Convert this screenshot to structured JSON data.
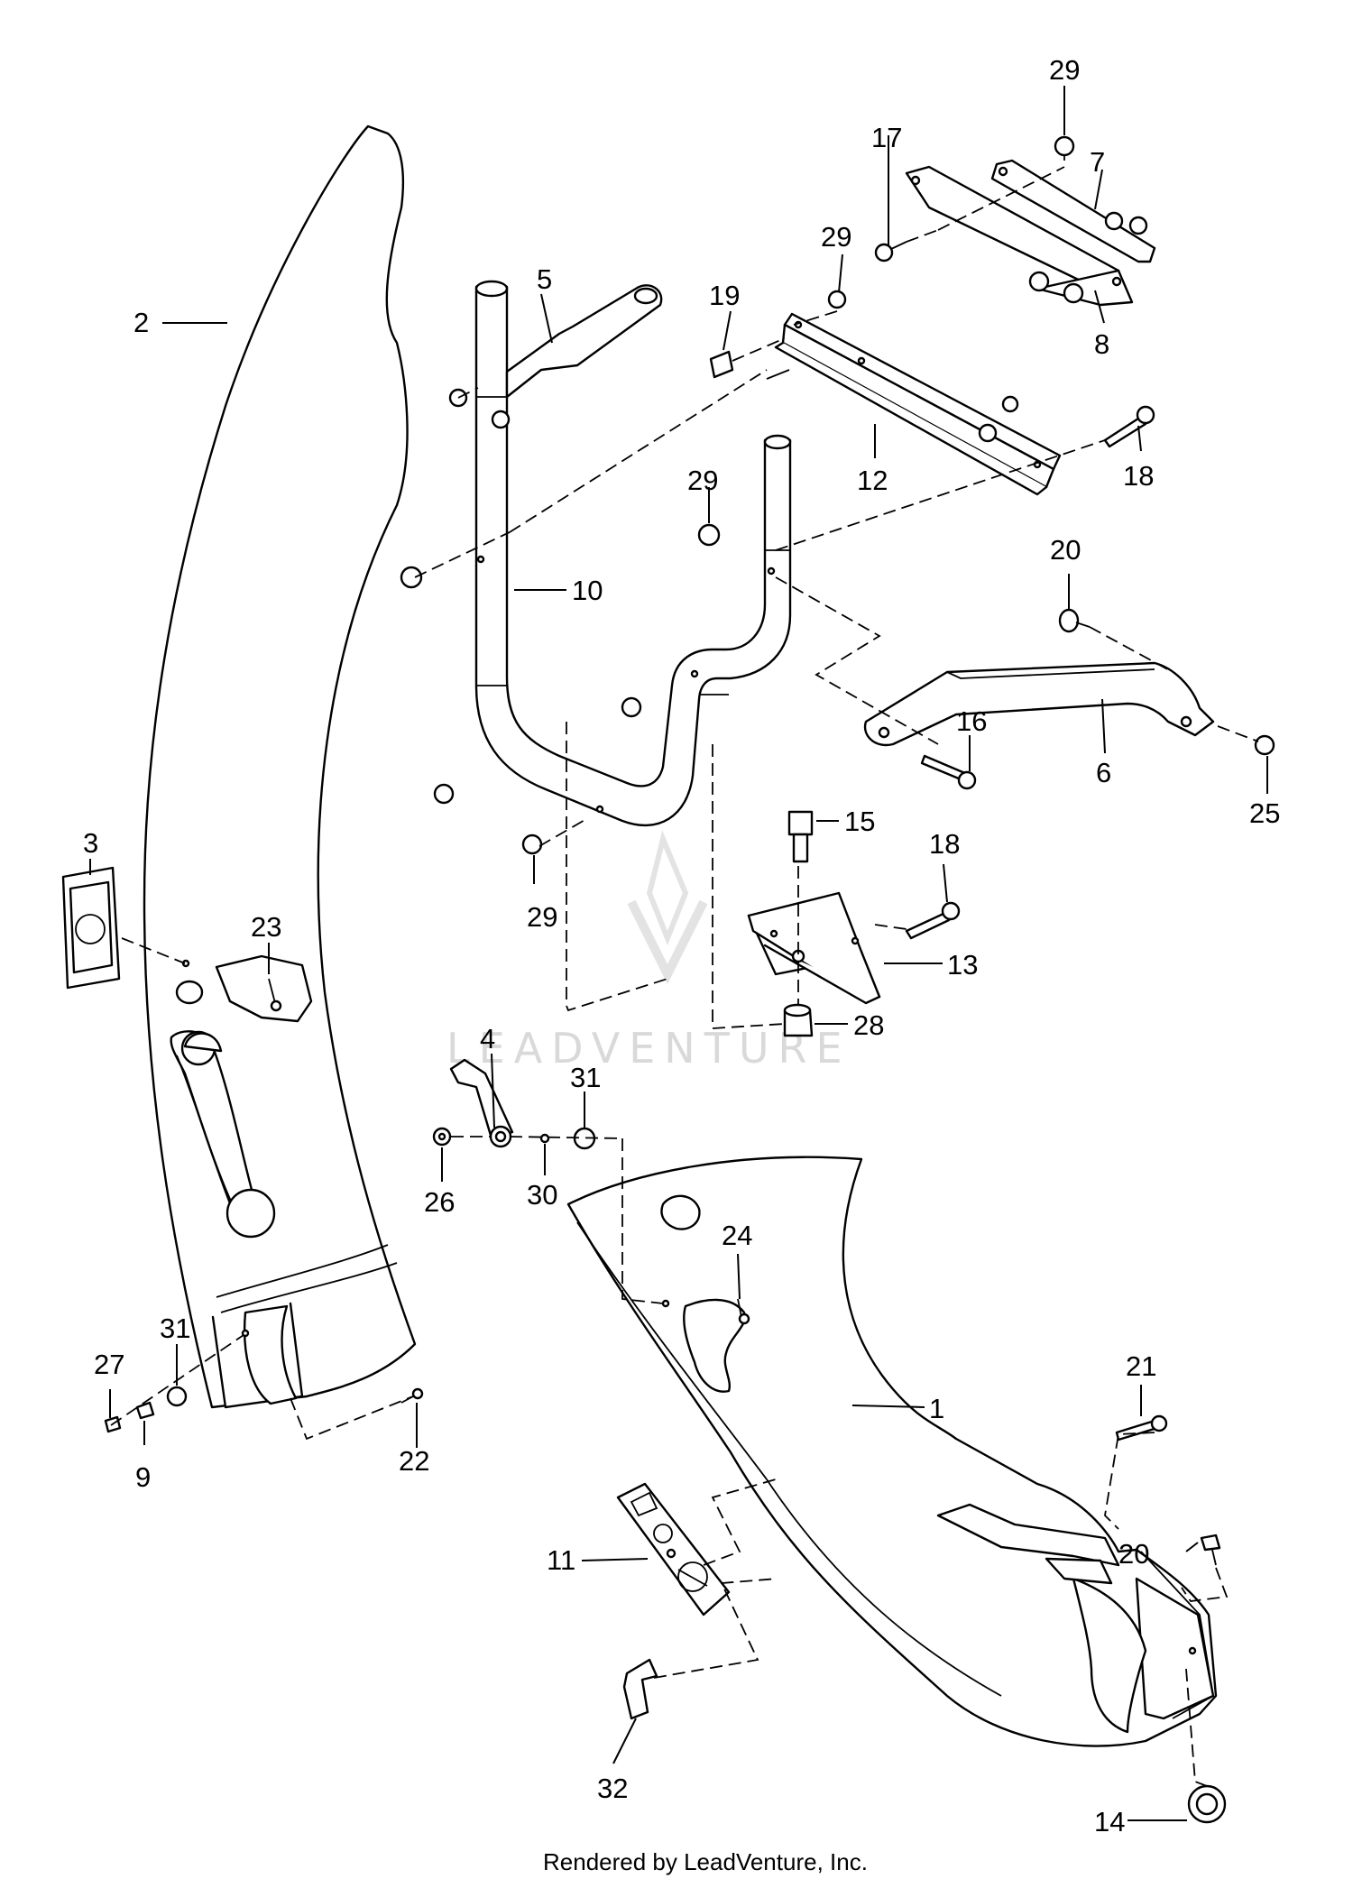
{
  "callouts": {
    "c1": "1",
    "c2": "2",
    "c3": "3",
    "c4": "4",
    "c5": "5",
    "c6": "6",
    "c7": "7",
    "c8": "8",
    "c9": "9",
    "c10": "10",
    "c11": "11",
    "c12": "12",
    "c13": "13",
    "c14": "14",
    "c15": "15",
    "c16": "16",
    "c17": "17",
    "c18a": "18",
    "c18b": "18",
    "c19": "19",
    "c20a": "20",
    "c20b": "20",
    "c21": "21",
    "c22": "22",
    "c23": "23",
    "c24": "24",
    "c25": "25",
    "c26": "26",
    "c27": "27",
    "c28": "28",
    "c29a": "29",
    "c29b": "29",
    "c29c": "29",
    "c29d": "29",
    "c30": "30",
    "c31a": "31",
    "c31b": "31",
    "c32": "32"
  },
  "watermark": "LEADVENTURE",
  "footer": "Rendered by LeadVenture, Inc."
}
